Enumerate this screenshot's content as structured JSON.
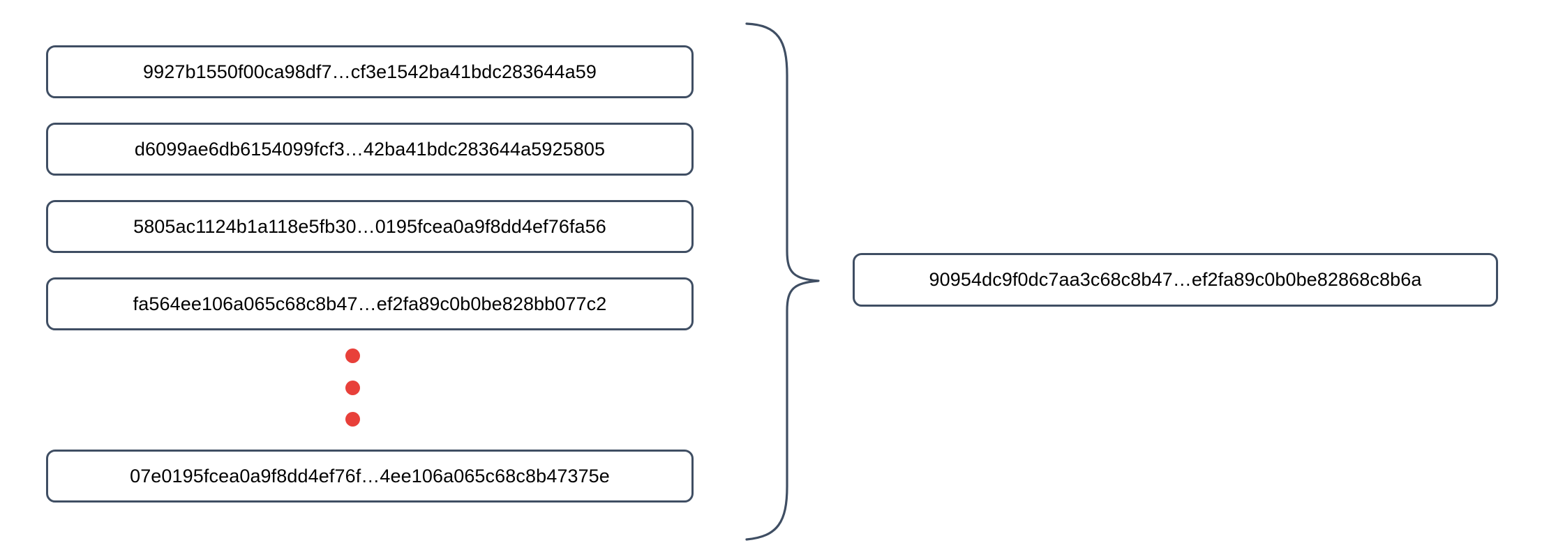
{
  "diagram": {
    "title": "hash-aggregation-brace-diagram",
    "type": "many-to-one",
    "accent_color": "#3F4E63",
    "dot_color": "#E8403A",
    "text_color": "#000000",
    "background_color": "#FFFFFF"
  },
  "inputs": {
    "label": "input-hash-list",
    "items": [
      {
        "id": "input-0",
        "text": "9927b1550f00ca98df7…cf3e1542ba41bdc283644a59"
      },
      {
        "id": "input-1",
        "text": "d6099ae6db6154099fcf3…42ba41bdc283644a5925805"
      },
      {
        "id": "input-2",
        "text": "5805ac1124b1a118e5fb30…0195fcea0a9f8dd4ef76fa56"
      },
      {
        "id": "input-3",
        "text": "fa564ee106a065c68c8b47…ef2fa89c0b0be828bb077c2"
      },
      {
        "id": "input-4",
        "text": "07e0195fcea0a9f8dd4ef76f…4ee106a065c68c8b47375e"
      }
    ],
    "continuation": {
      "icon": "vertical-ellipsis-dots",
      "dot_count": 3,
      "color": "#E8403A"
    }
  },
  "connector": {
    "icon": "curly-brace-right",
    "color": "#3F4E63",
    "orientation": "points-right"
  },
  "output": {
    "label": "aggregate-hash-result",
    "text": "90954dc9f0dc7aa3c68c8b47…ef2fa89c0b0be82868c8b6a"
  }
}
